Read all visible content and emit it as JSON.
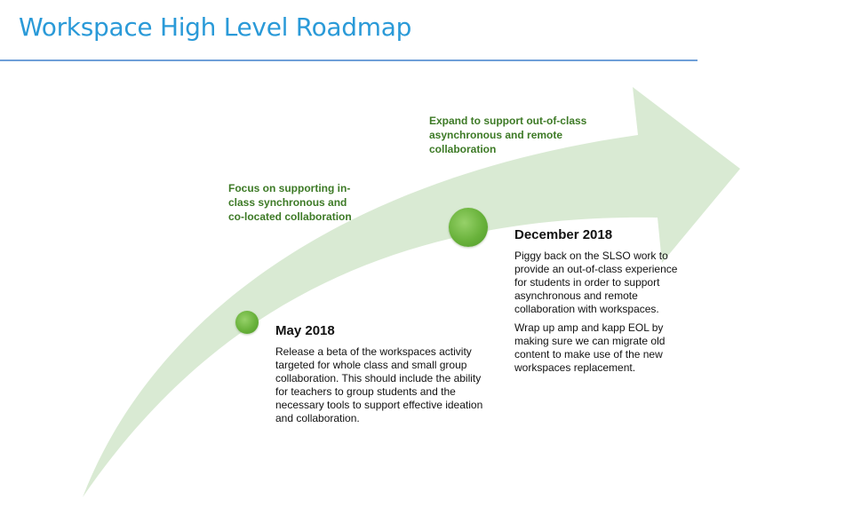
{
  "title": "Workspace High Level Roadmap",
  "colors": {
    "title": "#2a9ad8",
    "rule": "#6f9fd8",
    "arrow_fill": "#d9ead3",
    "milestone_dot": "#69b23b",
    "focus_text": "#3d7a26"
  },
  "focus_notes": [
    "Focus on supporting in-class synchronous and co-located collaboration",
    "Expand to support out-of-class asynchronous and remote collaboration"
  ],
  "milestones": [
    {
      "date": "May 2018",
      "paragraphs": [
        "Release a beta of the workspaces activity targeted for whole class and small group collaboration. This should include the ability for teachers to group students and the necessary tools to support effective ideation and collaboration."
      ]
    },
    {
      "date": "December 2018",
      "paragraphs": [
        "Piggy back on the SLSO work to provide an out-of-class experience for students in order to support asynchronous and remote collaboration with workspaces.",
        "Wrap up amp and kapp EOL by making sure we can migrate old content to make use of the new workspaces replacement."
      ]
    }
  ]
}
